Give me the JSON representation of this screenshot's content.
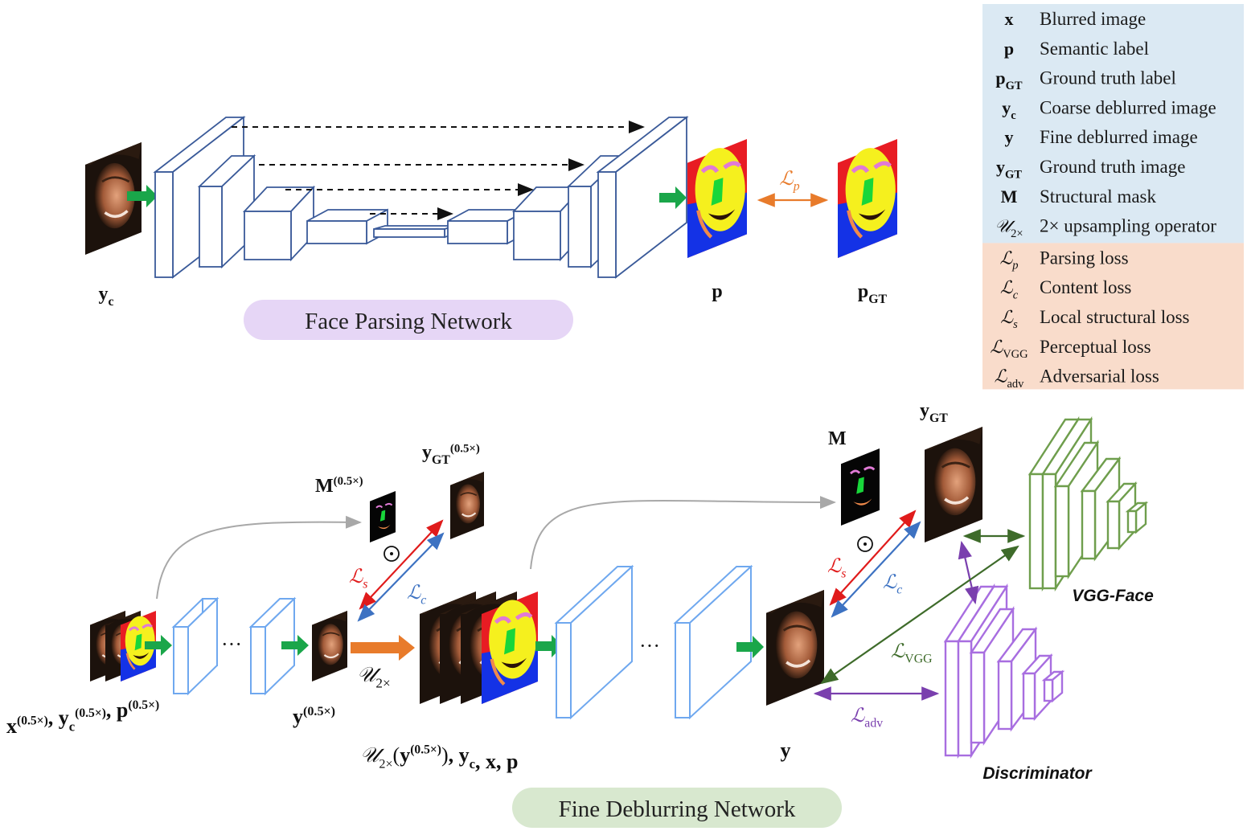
{
  "legend": {
    "rows": [
      {
        "sym": "x",
        "desc": "Blurred image",
        "group": "var"
      },
      {
        "sym": "p",
        "desc": "Semantic label",
        "group": "var"
      },
      {
        "sym": "p_GT",
        "desc": "Ground truth label",
        "group": "var"
      },
      {
        "sym": "y_c",
        "desc": "Coarse deblurred image",
        "group": "var"
      },
      {
        "sym": "y",
        "desc": "Fine deblurred image",
        "group": "var"
      },
      {
        "sym": "y_GT",
        "desc": "Ground truth image",
        "group": "var"
      },
      {
        "sym": "M",
        "desc": "Structural mask",
        "group": "var"
      },
      {
        "sym": "U_2×",
        "desc": "2× upsampling operator",
        "group": "var"
      },
      {
        "sym": "L_p",
        "desc": "Parsing loss",
        "group": "loss"
      },
      {
        "sym": "L_c",
        "desc": "Content loss",
        "group": "loss"
      },
      {
        "sym": "L_s",
        "desc": "Local structural loss",
        "group": "loss"
      },
      {
        "sym": "L_VGG",
        "desc": "Perceptual loss",
        "group": "loss"
      },
      {
        "sym": "L_adv",
        "desc": "Adversarial loss",
        "group": "loss"
      }
    ],
    "colors": {
      "var_bg": "#dbe9f3",
      "loss_bg": "#f9dccb"
    }
  },
  "top": {
    "title": "Face Parsing Network",
    "input_label": "y_c",
    "output_label": "p",
    "gt_label": "p_GT",
    "loss_label": "L_p"
  },
  "bottom": {
    "title": "Fine Deblurring Network",
    "input_label": "x^(0.5×), y_c^(0.5×), p^(0.5×)",
    "half_output": "y^(0.5×)",
    "upsample": "U_2×",
    "concat_label": "U_2×(y^(0.5×)), y_c, x, p",
    "output": "y",
    "mask_half": "M^(0.5×)",
    "gt_half": "y_GT^(0.5×)",
    "mask": "M",
    "gt": "y_GT",
    "odot": "⊙",
    "ellipsis": "···",
    "vgg": "VGG-Face",
    "disc": "Discriminator",
    "loss_s": "L_s",
    "loss_c": "L_c",
    "loss_vgg": "L_VGG",
    "loss_adv": "L_adv"
  },
  "colors": {
    "unet_stroke": "#3a5a99",
    "light_blue": "#6fa8ef",
    "green_arrow": "#1aa64a",
    "orange": "#e87b2b",
    "red": "#e01b1b",
    "blue_line": "#3d72c2",
    "dark_green": "#3e6b2a",
    "purple": "#7a3fae",
    "vgg_green": "#6f9e4d",
    "disc_purple": "#a86ee0",
    "pill_top": "#e6d6f6",
    "pill_bottom": "#d8e8cf",
    "gray": "#a8a8a8"
  }
}
